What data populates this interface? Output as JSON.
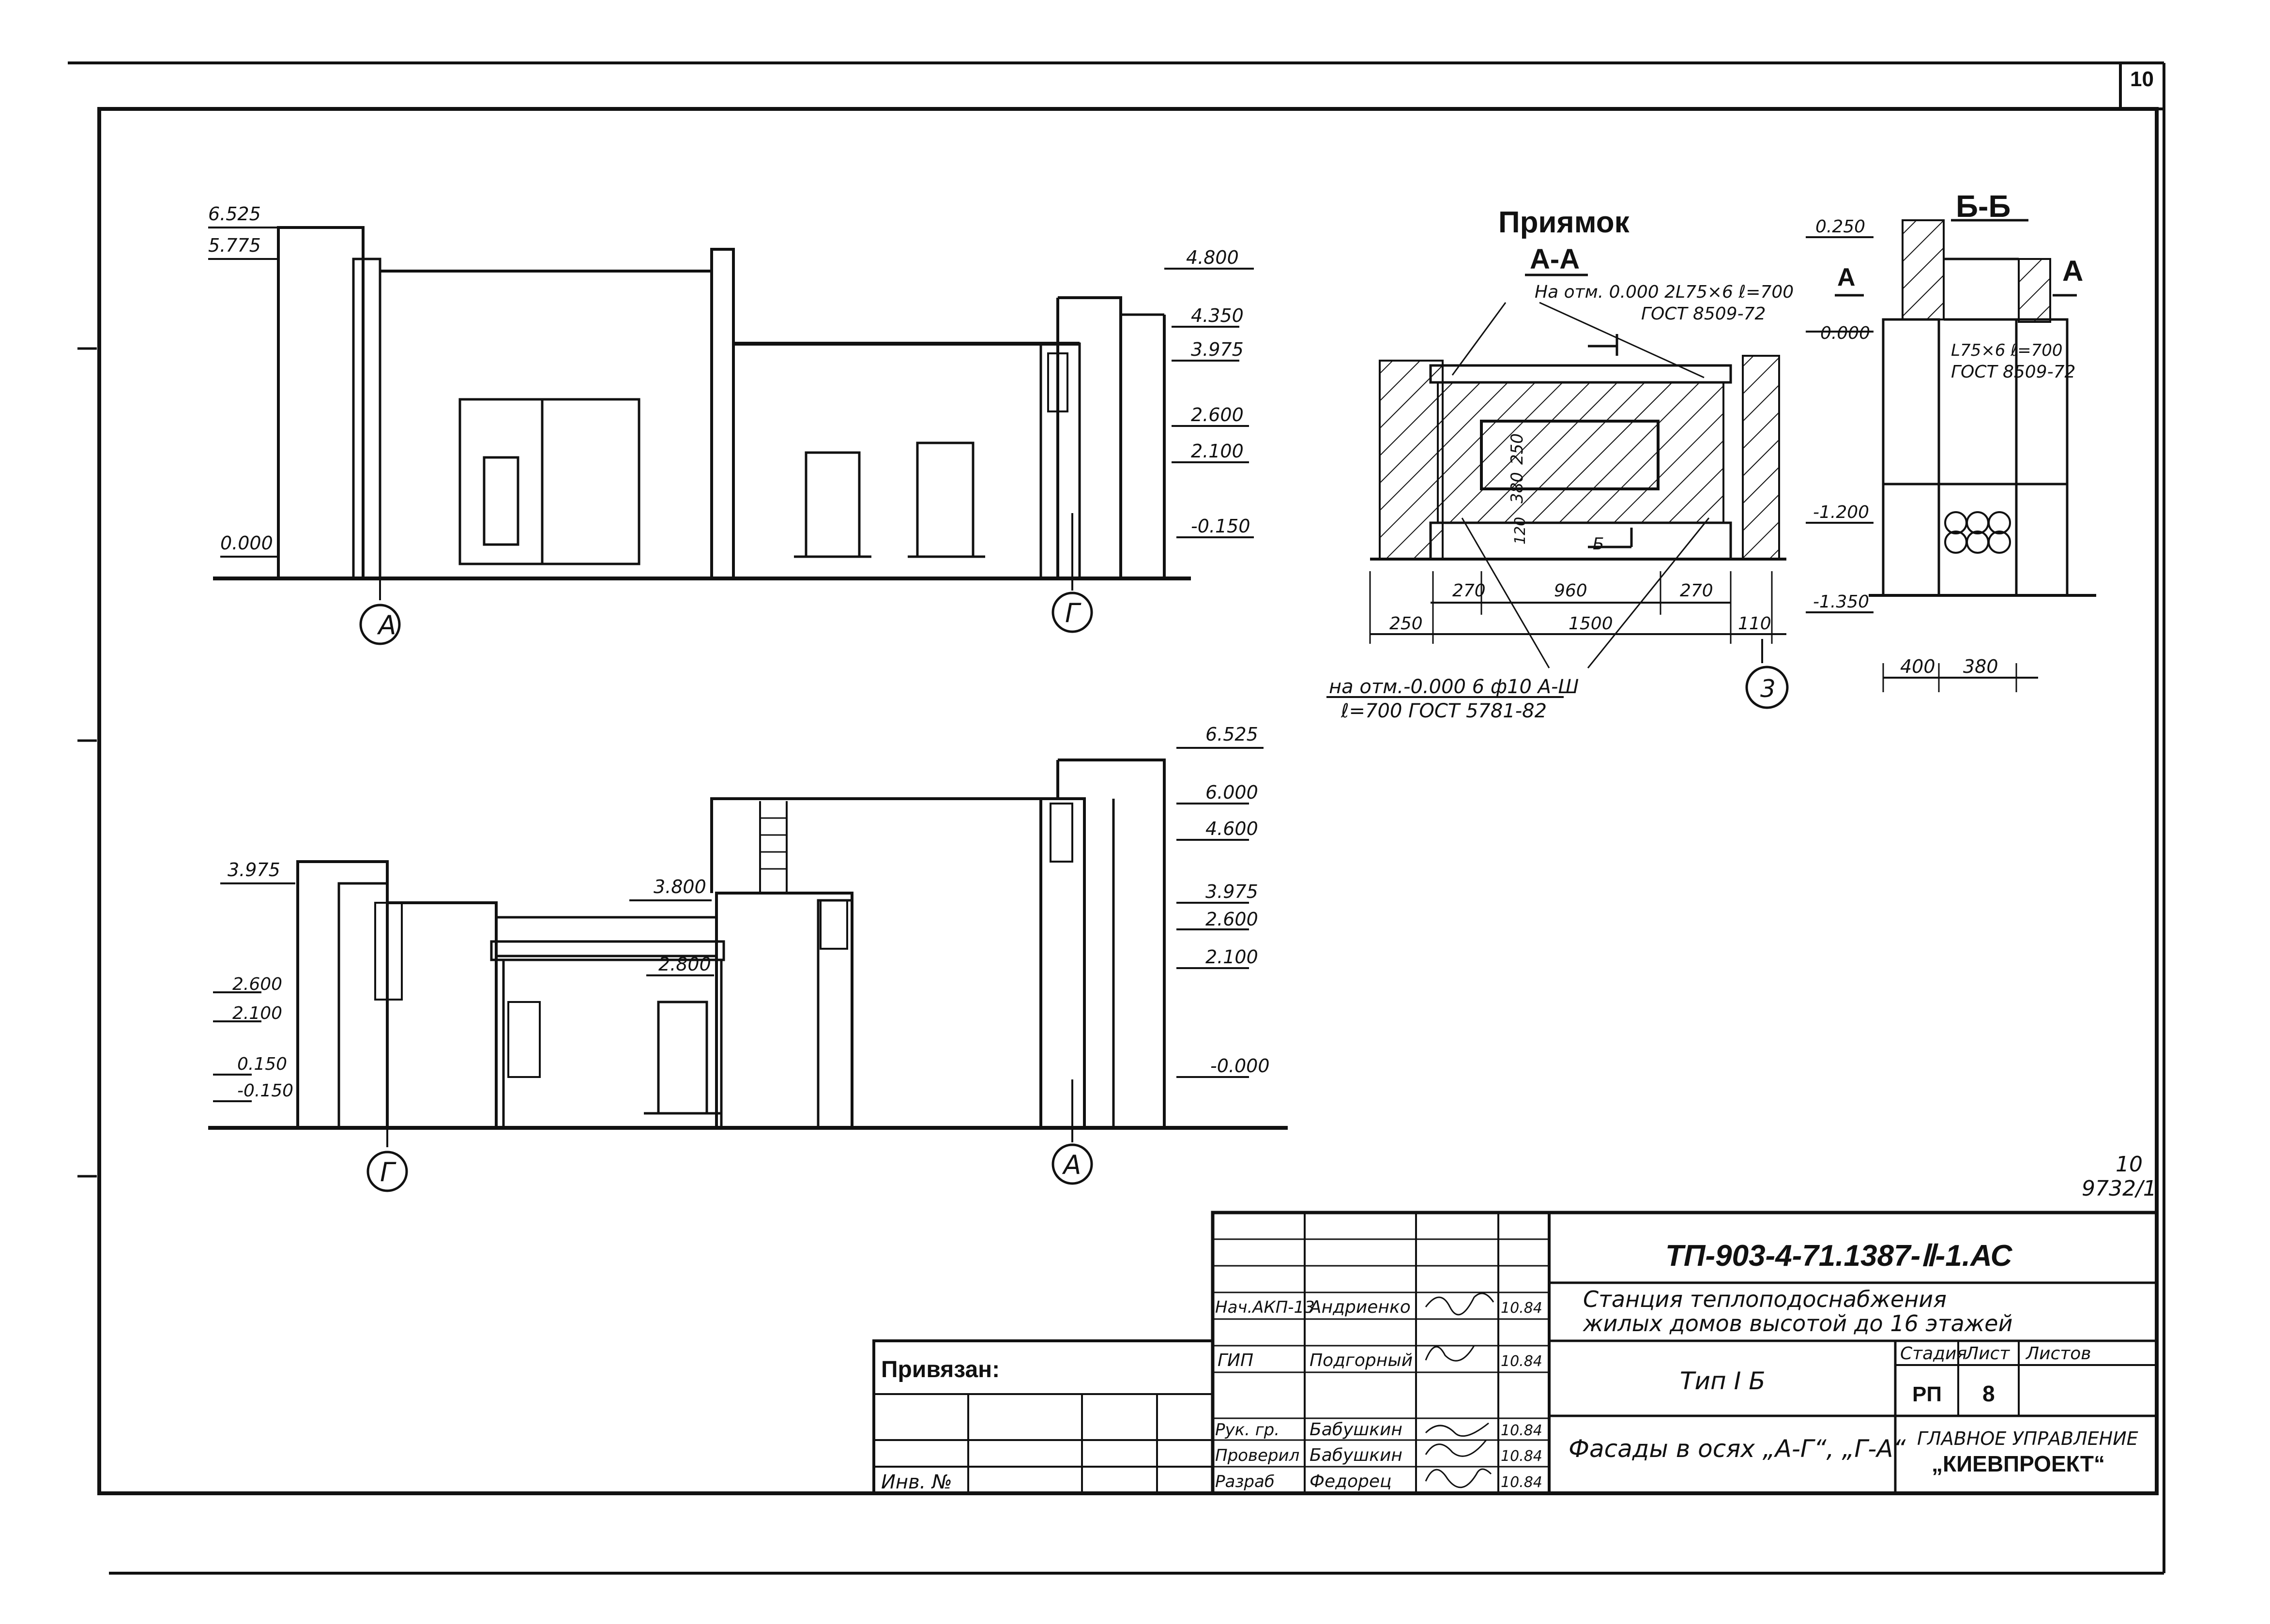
{
  "sheet_number_corner": "10",
  "stamp_number": "10",
  "stamp_code": "9732/1",
  "elevation_top": {
    "marks_left": [
      "6.525",
      "5.775",
      "0.000"
    ],
    "marks_right": [
      "4.800",
      "4.350",
      "3.975",
      "2.600",
      "2.100",
      "-0.150"
    ],
    "axis_left": "А",
    "axis_right": "Г"
  },
  "elevation_bottom": {
    "marks_left": [
      "3.975",
      "2.600",
      "2.100",
      "0.150",
      "-0.150"
    ],
    "marks_mid": [
      "3.800",
      "2.800"
    ],
    "marks_right": [
      "6.525",
      "6.000",
      "4.600",
      "3.975",
      "2.600",
      "2.100",
      "-0.000"
    ],
    "axis_left": "Г",
    "axis_right": "А"
  },
  "pit": {
    "title": "Приямок",
    "section_label": "А-А",
    "note_top_line1": "На отм. 0.000 2L75×6 ℓ=700",
    "note_top_line2": "ГОСТ 8509-72",
    "note_bottom_line1": "на отм.-0.000 6 ф10 А-Ш",
    "note_bottom_line2": "ℓ=700 ГОСТ 5781-82",
    "dims": [
      "270",
      "960",
      "270",
      "250",
      "1500",
      "110",
      "380",
      "250",
      "120"
    ],
    "callout": "3",
    "cut_mark": "Б"
  },
  "section_bb": {
    "label": "Б-Б",
    "cut_mark": "А",
    "marks": [
      "0.250",
      "0.000",
      "-1.200",
      "-1.350"
    ],
    "note_line1": "L75×6 ℓ=700",
    "note_line2": "ГОСТ 8509-72",
    "dims": [
      "400",
      "380"
    ]
  },
  "title_block": {
    "code": "ТП-903-4-71.1387-Ⅱ-1.АС",
    "project_line1": "Станция теплоподоснабжения",
    "project_line2": "жилых домов высотой до 16 этажей",
    "type": "Тип Ⅰ Б",
    "sheet_title": "Фасады в осях „А-Г“, „Г-А“",
    "stage_header": "Стадия",
    "sheet_header": "Лист",
    "sheets_header": "Листов",
    "stage": "РП",
    "sheet": "8",
    "org_line1": "ГЛАВНОЕ УПРАВЛЕНИЕ",
    "org_line2": "„КИЕВПРОЕКТ“",
    "bound_label": "Привязан:",
    "inv_label": "Инв. №",
    "roles": [
      {
        "role": "Нач.АКП-13",
        "name": "Андриенко",
        "date": "10.84"
      },
      {
        "role": "ГИП",
        "name": "Подгорный",
        "date": "10.84"
      },
      {
        "role": "Рук. гр.",
        "name": "Бабушкин",
        "date": "10.84"
      },
      {
        "role": "Проверил",
        "name": "Бабушкин",
        "date": "10.84"
      },
      {
        "role": "Разраб",
        "name": "Федорец",
        "date": "10.84"
      }
    ]
  }
}
